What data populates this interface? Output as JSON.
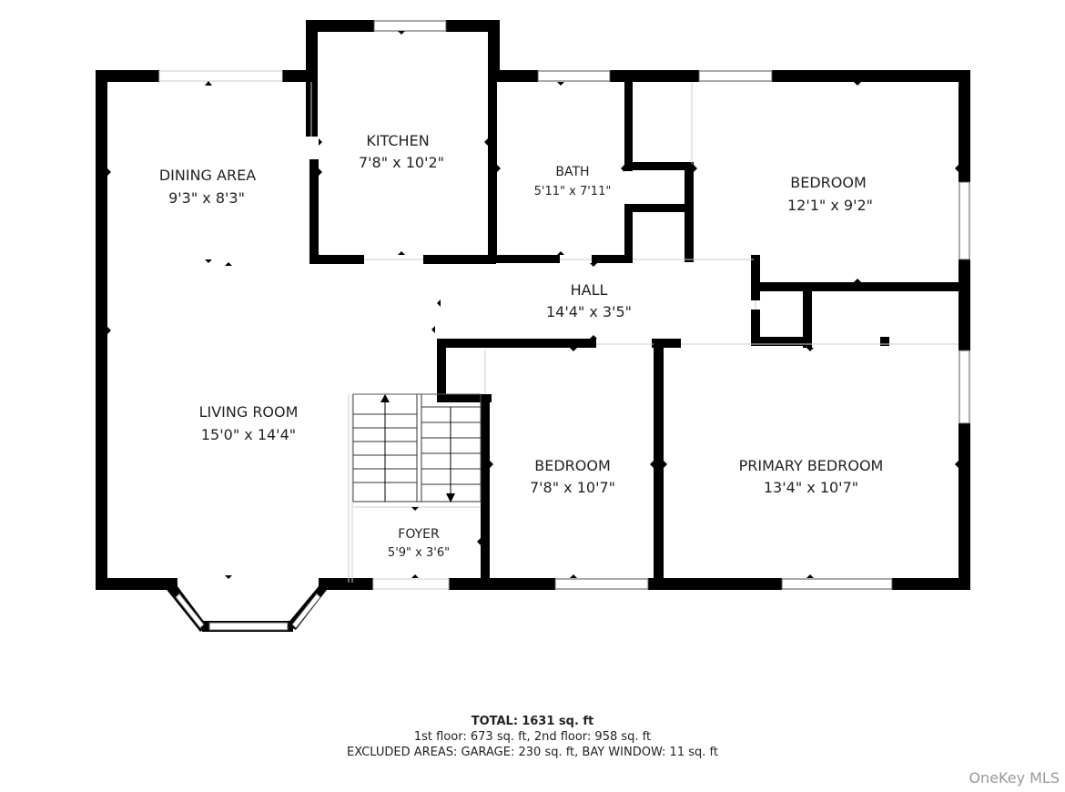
{
  "rooms": {
    "kitchen": {
      "name": "KITCHEN",
      "dims": "7'8\" x 10'2\""
    },
    "dining": {
      "name": "DINING AREA",
      "dims": "9'3\" x 8'3\""
    },
    "bath": {
      "name": "BATH",
      "dims": "5'11\" x 7'11\""
    },
    "bedroom_ne": {
      "name": "BEDROOM",
      "dims": "12'1\" x 9'2\""
    },
    "hall": {
      "name": "HALL",
      "dims": "14'4\" x 3'5\""
    },
    "living": {
      "name": "LIVING ROOM",
      "dims": "15'0\" x 14'4\""
    },
    "bedroom_s": {
      "name": "BEDROOM",
      "dims": "7'8\" x 10'7\""
    },
    "primary": {
      "name": "PRIMARY BEDROOM",
      "dims": "13'4\" x 10'7\""
    },
    "foyer": {
      "name": "FOYER",
      "dims": "5'9\" x 3'6\""
    }
  },
  "summary": {
    "total_label": "TOTAL:",
    "total_value": "1631 sq. ft",
    "floors": "1st floor: 673 sq. ft, 2nd floor: 958 sq. ft",
    "excluded": "EXCLUDED AREAS: GARAGE: 230 sq. ft, BAY WINDOW: 11 sq. ft"
  },
  "watermark": "OneKey MLS",
  "colors": {
    "wall": "#000000",
    "window": "#ffffff",
    "text": "#222222"
  }
}
